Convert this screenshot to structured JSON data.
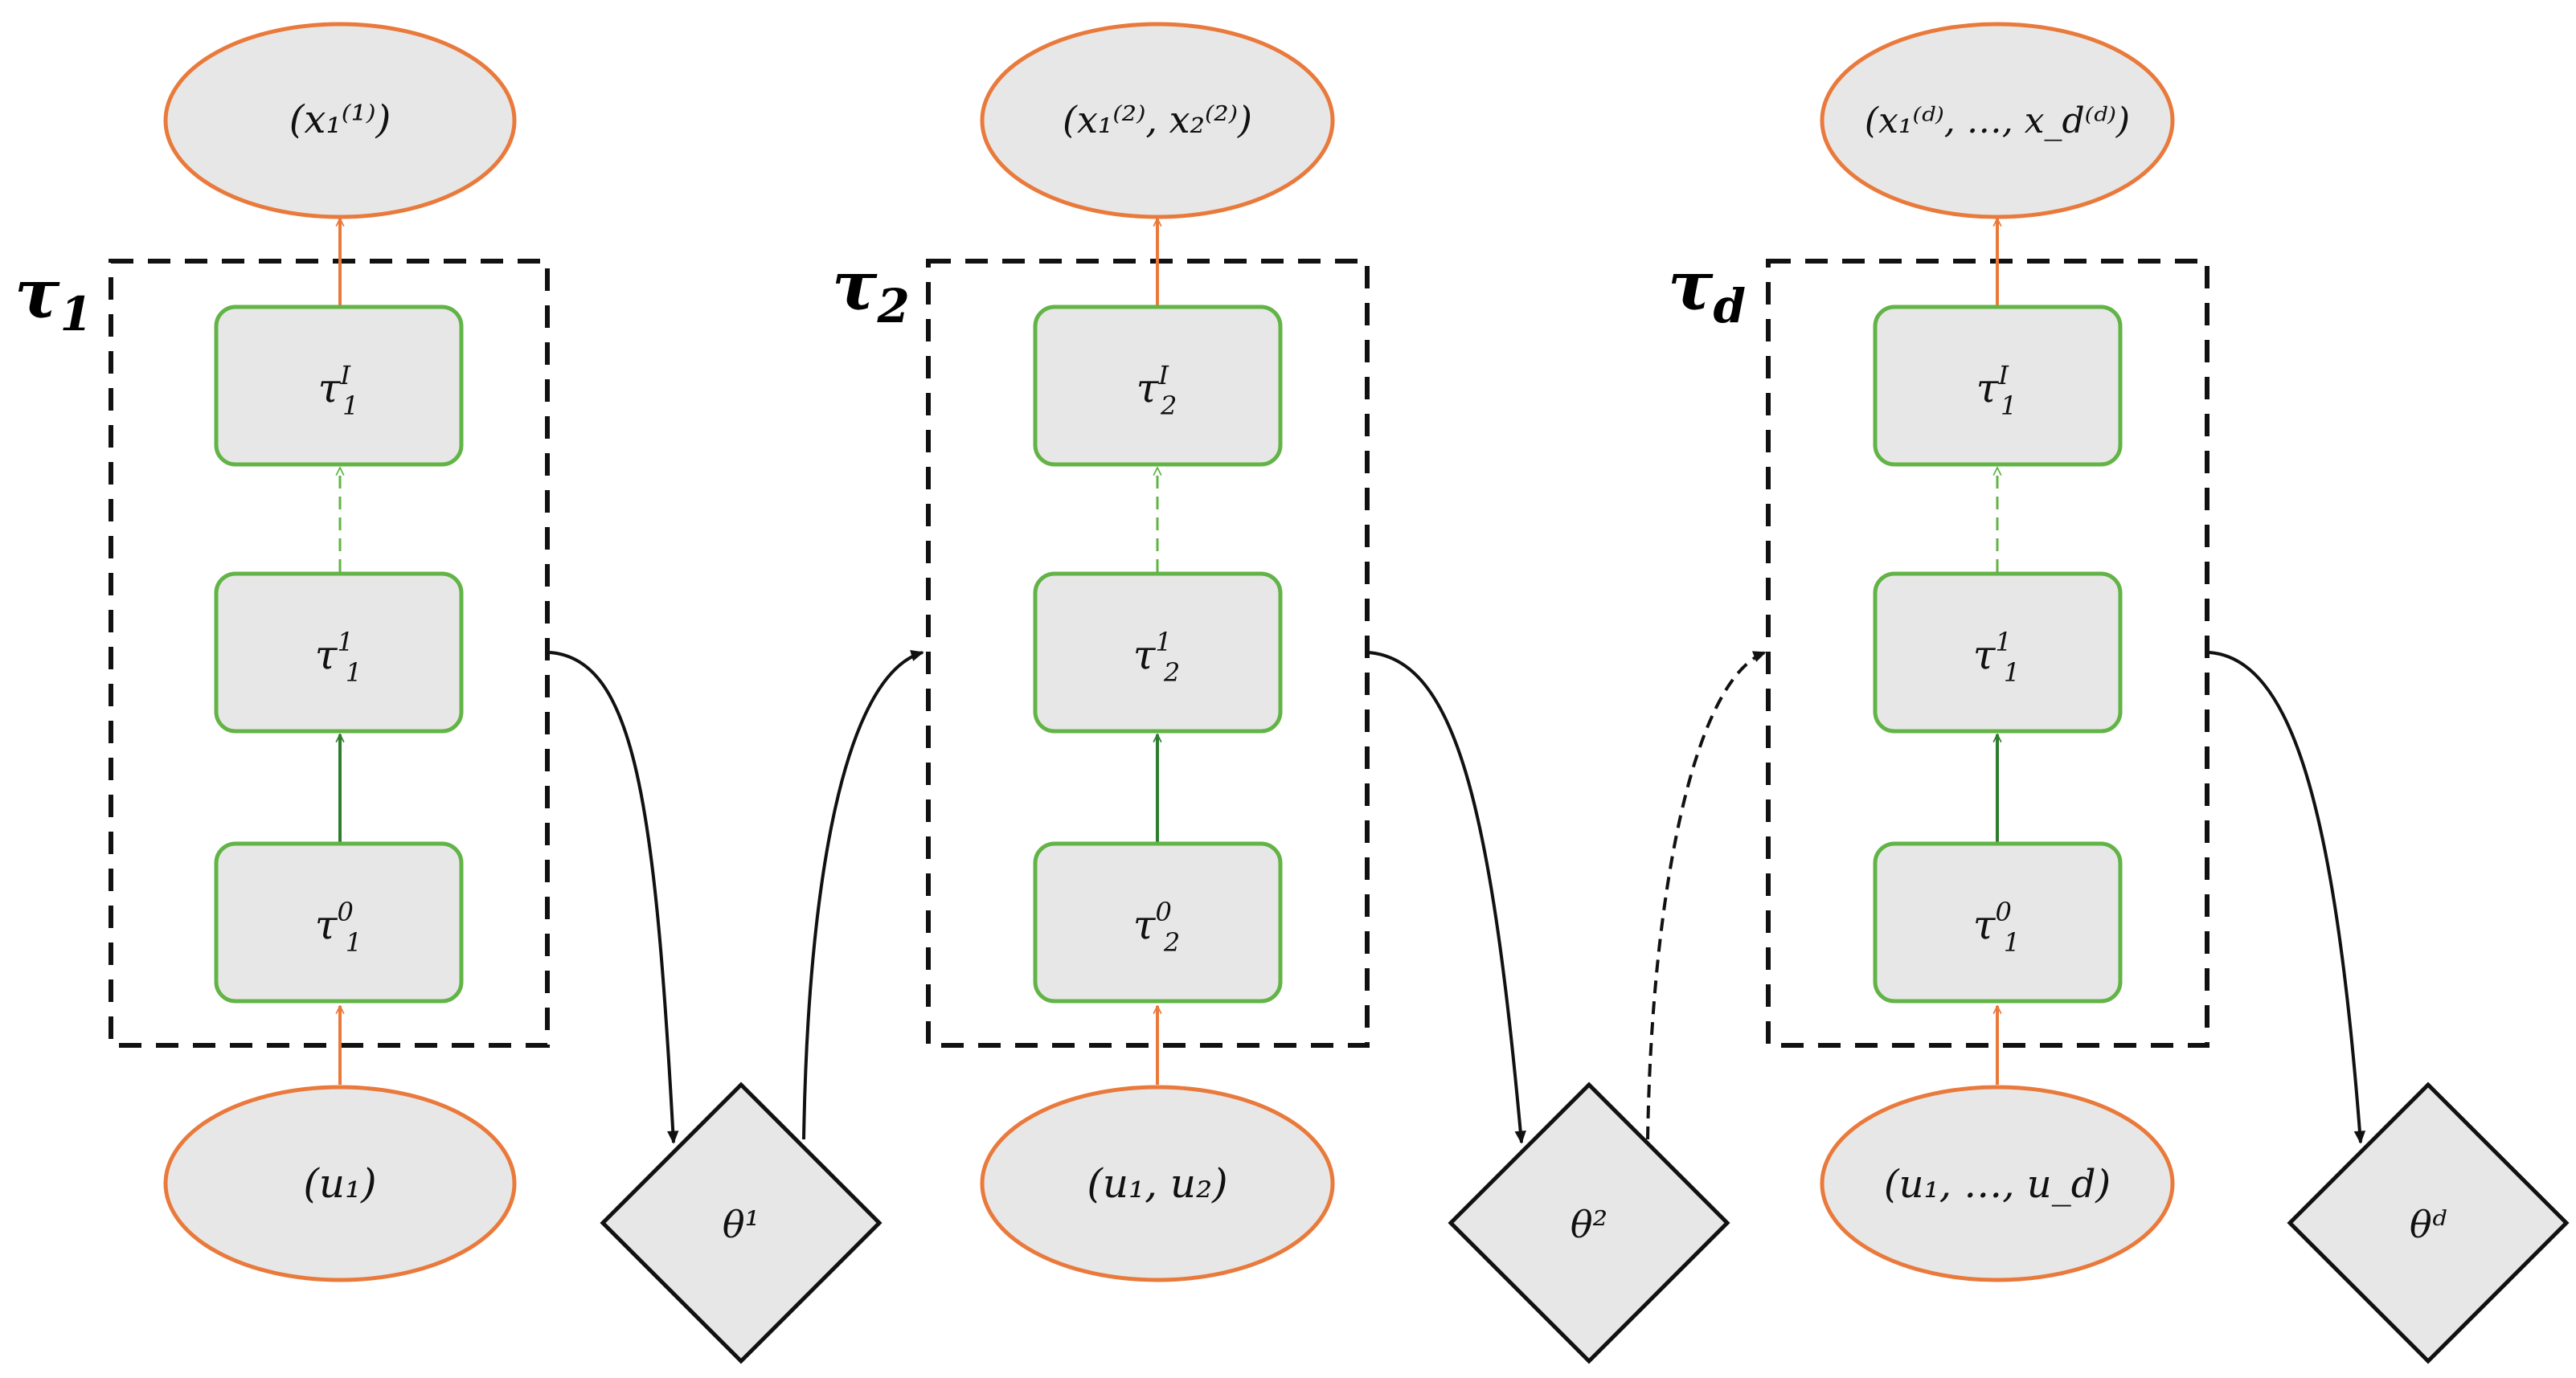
{
  "colors": {
    "node_fill": "#e7e7e7",
    "ellipse_stroke": "#e97a3c",
    "box_stroke": "#62b446",
    "dark_green": "#2e7d2e",
    "dashed_border": "#111111",
    "diamond_stroke": "#111111"
  },
  "stages": [
    {
      "label_base": "τ",
      "label_sub": "1",
      "output": "(x₁⁽¹⁾)",
      "top": {
        "base": "τ",
        "sup": "I",
        "sub": "1"
      },
      "middle": {
        "base": "τ",
        "sup": "1",
        "sub": "1"
      },
      "bottom": {
        "base": "τ",
        "sup": "0",
        "sub": "1"
      },
      "input": "(u₁)",
      "param": "θ¹"
    },
    {
      "label_base": "τ",
      "label_sub": "2",
      "output": "(x₁⁽²⁾, x₂⁽²⁾)",
      "top": {
        "base": "τ",
        "sup": "I",
        "sub": "2"
      },
      "middle": {
        "base": "τ",
        "sup": "1",
        "sub": "2"
      },
      "bottom": {
        "base": "τ",
        "sup": "0",
        "sub": "2"
      },
      "input": "(u₁, u₂)",
      "param": "θ²"
    },
    {
      "label_base": "τ",
      "label_sub": "d",
      "output": "(x₁⁽ᵈ⁾, …, x_d⁽ᵈ⁾)",
      "top": {
        "base": "τ",
        "sup": "I",
        "sub": "1"
      },
      "middle": {
        "base": "τ",
        "sup": "1",
        "sub": "1"
      },
      "bottom": {
        "base": "τ",
        "sup": "0",
        "sub": "1"
      },
      "input": "(u₁, …, u_d)",
      "param": "θᵈ"
    }
  ]
}
